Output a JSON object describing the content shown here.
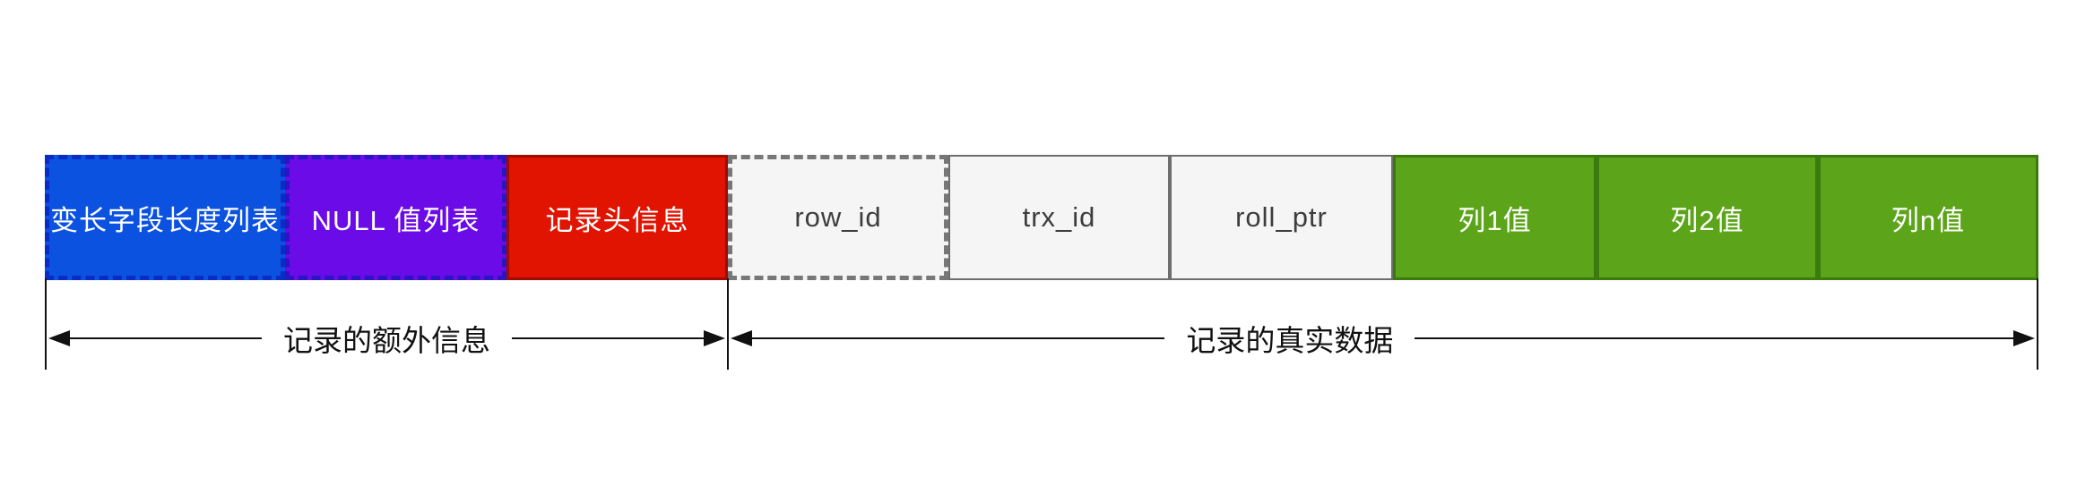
{
  "record_diagram": {
    "boxes": [
      {
        "id": "varlen",
        "label": "变长字段长度列表",
        "fill": "#0B52E0",
        "border_color": "#0A2BC4",
        "border_style": "dashed",
        "text_color": "#ffffff"
      },
      {
        "id": "nulllist",
        "label": "NULL 值列表",
        "fill": "#6B0BE8",
        "border_color": "#2B14C4",
        "border_style": "dashed",
        "text_color": "#ffffff"
      },
      {
        "id": "header",
        "label": "记录头信息",
        "fill": "#E01400",
        "border_color": "#9E0B00",
        "border_style": "solid",
        "text_color": "#ffffff"
      },
      {
        "id": "row_id",
        "label": "row_id",
        "fill": "#F5F5F5",
        "border_color": "#777777",
        "border_style": "dashed",
        "text_color": "#3d3d3d"
      },
      {
        "id": "trx_id",
        "label": "trx_id",
        "fill": "#F5F5F5",
        "border_color": "#6E6E6E",
        "border_style": "solid",
        "text_color": "#3d3d3d"
      },
      {
        "id": "roll_ptr",
        "label": "roll_ptr",
        "fill": "#F5F5F5",
        "border_color": "#6E6E6E",
        "border_style": "solid",
        "text_color": "#3d3d3d"
      },
      {
        "id": "col1",
        "label": "列1值",
        "fill": "#5CA51A",
        "border_color": "#3A7A0E",
        "border_style": "solid",
        "text_color": "#ffffff"
      },
      {
        "id": "col2",
        "label": "列2值",
        "fill": "#5CA51A",
        "border_color": "#3A7A0E",
        "border_style": "solid",
        "text_color": "#ffffff"
      },
      {
        "id": "coln",
        "label": "列n值",
        "fill": "#5CA51A",
        "border_color": "#3A7A0E",
        "border_style": "solid",
        "text_color": "#ffffff"
      }
    ],
    "sections": [
      {
        "id": "extra_info",
        "label": "记录的额外信息"
      },
      {
        "id": "real_data",
        "label": "记录的真实数据"
      }
    ],
    "arrow_color": "#111111"
  }
}
